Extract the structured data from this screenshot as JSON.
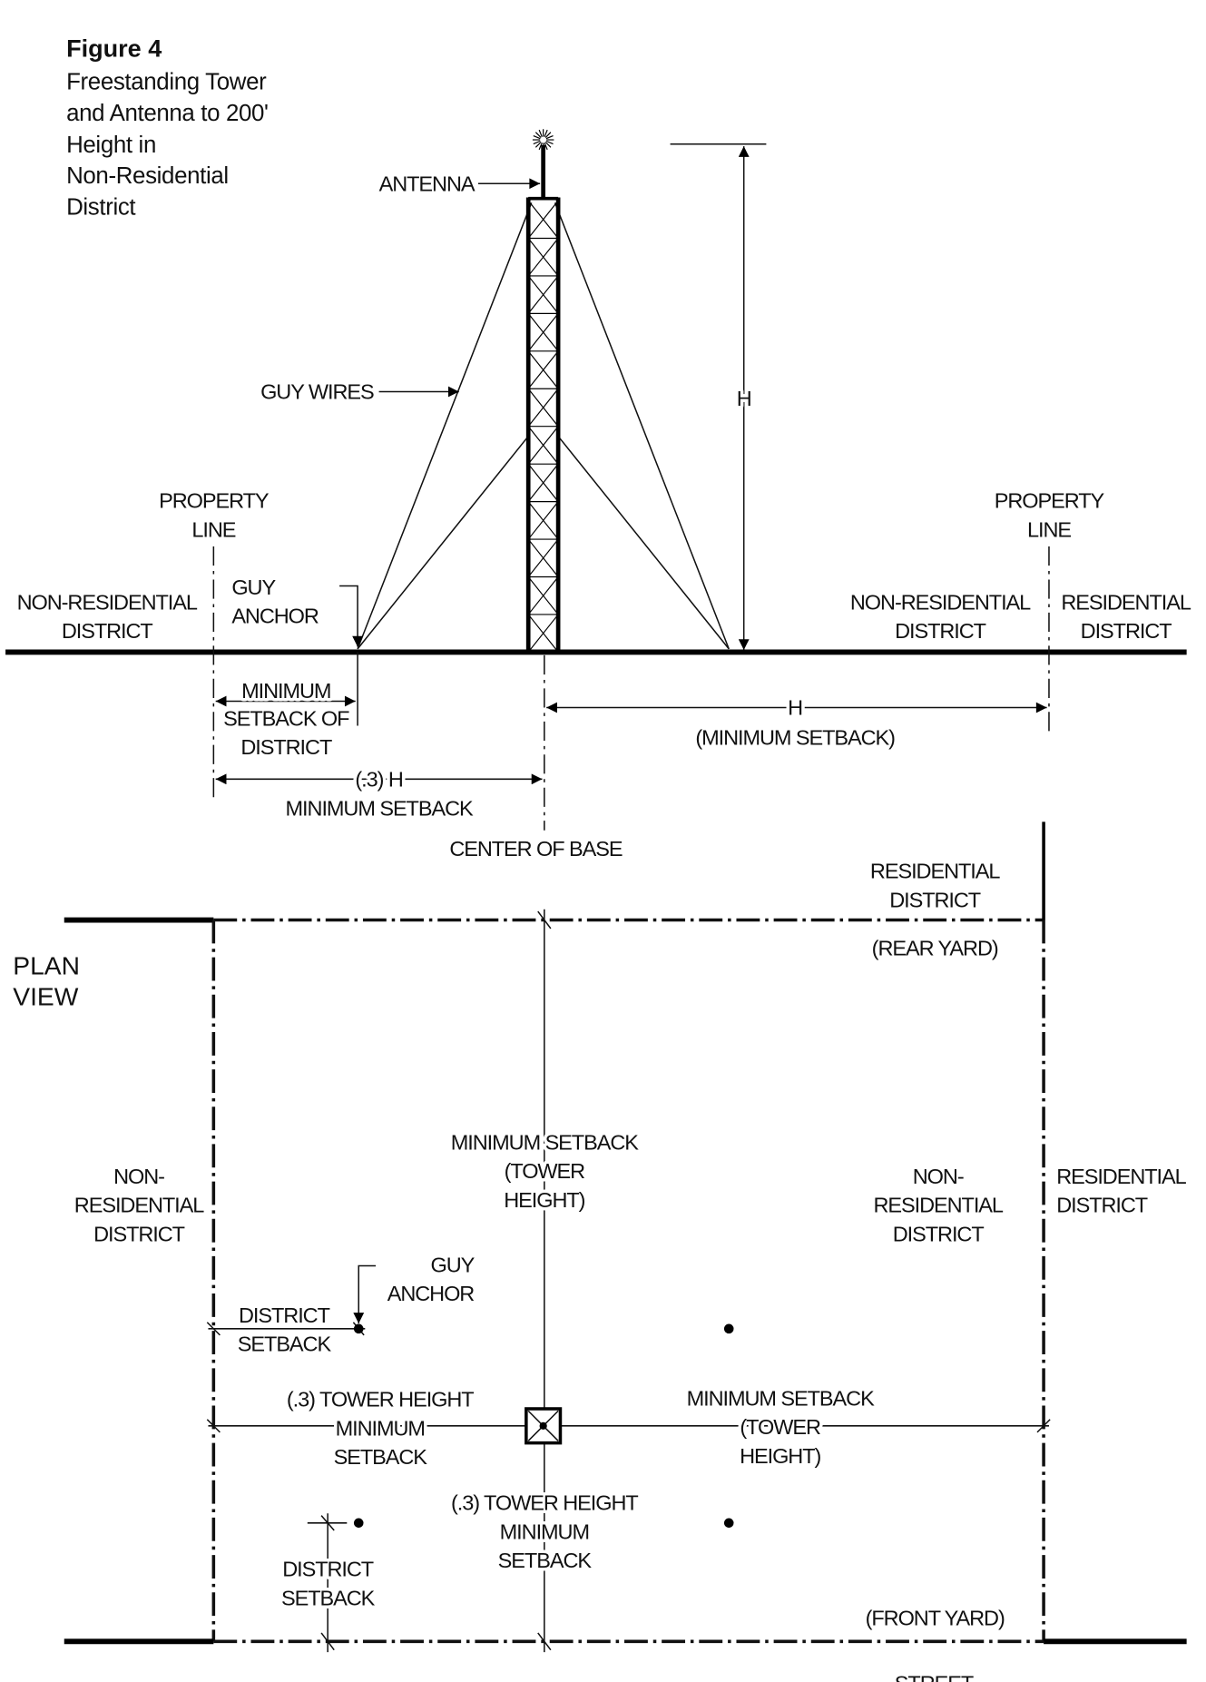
{
  "figure": {
    "number": "Figure 4",
    "caption": [
      "Freestanding Tower",
      "and Antenna to 200'",
      "Height in",
      "Non-Residential",
      "District"
    ]
  },
  "elevation": {
    "antenna": "ANTENNA",
    "guy_wires": "GUY WIRES",
    "height_mark": "H",
    "property_line_left": [
      "PROPERTY",
      "LINE"
    ],
    "property_line_right": [
      "PROPERTY",
      "LINE"
    ],
    "non_residential_left": [
      "NON-RESIDENTIAL",
      "DISTRICT"
    ],
    "guy_anchor": [
      "GUY",
      "ANCHOR"
    ],
    "non_residential_right": [
      "NON-RESIDENTIAL",
      "DISTRICT"
    ],
    "residential_right": [
      "RESIDENTIAL",
      "DISTRICT"
    ],
    "min_setback_district": [
      "MINIMUM",
      "SETBACK OF",
      "DISTRICT"
    ],
    "h_setback": [
      "H",
      "(MINIMUM SETBACK)"
    ],
    "point3_setback": [
      "(.3) H",
      "MINIMUM SETBACK"
    ],
    "center_of_base": "CENTER OF BASE"
  },
  "plan": {
    "title": [
      "PLAN",
      "VIEW"
    ],
    "residential_top": [
      "RESIDENTIAL",
      "DISTRICT"
    ],
    "rear_yard": "(REAR YARD)",
    "min_setback_vertical": [
      "MINIMUM SETBACK",
      "(TOWER",
      "HEIGHT)"
    ],
    "non_residential_left": [
      "NON-",
      "RESIDENTIAL",
      "DISTRICT"
    ],
    "non_residential_right": [
      "NON-",
      "RESIDENTIAL",
      "DISTRICT"
    ],
    "residential_right": [
      "RESIDENTIAL",
      "DISTRICT"
    ],
    "guy_anchor": [
      "GUY",
      "ANCHOR"
    ],
    "district_setback_upper": [
      "DISTRICT",
      "SETBACK"
    ],
    "point3_left": [
      "(.3) TOWER HEIGHT",
      "MINIMUM",
      "SETBACK"
    ],
    "min_setback_right": [
      "MINIMUM SETBACK",
      "(TOWER",
      "HEIGHT)"
    ],
    "point3_below": [
      "(.3) TOWER HEIGHT",
      "MINIMUM",
      "SETBACK"
    ],
    "district_setback_lower": [
      "DISTRICT",
      "SETBACK"
    ],
    "front_yard": "(FRONT YARD)",
    "street": "STREET"
  }
}
